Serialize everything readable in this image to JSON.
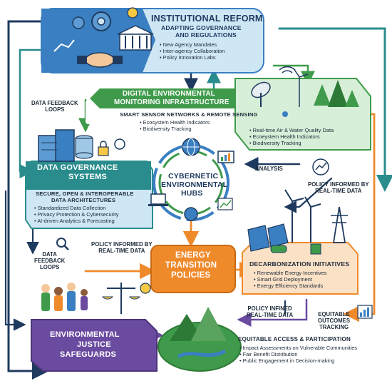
{
  "institutional_reform": {
    "title": "INSTITUTIONAL REFORM",
    "subtitle_line1": "ADAPTING GOVERNANCE",
    "subtitle_line2": "AND REGULATIONS",
    "bullets": [
      "New Agency Mandates",
      "Inter-agency Collaboration",
      "Policy Innovation Labs"
    ]
  },
  "digital_monitoring": {
    "title_line1": "DIGITAL ENVIRONMENTAL",
    "title_line2": "MONITORING INFRASTRUCTURE",
    "subtitle": "SMART SENSOR NETWORKS & REMOTE SENSING",
    "bullets_left": [
      "Ecosystem Health Indicators",
      "Biodiversity Tracking"
    ],
    "bullets_right": [
      "Real-time Air & Water Quality Data",
      "Ecoeystem Health Indicators",
      "Biodiversity Tracking"
    ]
  },
  "data_governance": {
    "title_line1": "DATA GOVERNANCE",
    "title_line2": "SYSTEMS",
    "subtitle_line1": "SECURE, OPEN & INTEROPERABLE",
    "subtitle_line2": "DATA ARCHITECTURES",
    "bullets": [
      "Standardized Data Collection",
      "Privacy Protection & Cybersecurity",
      "AI-driven Analytics & Forecasting"
    ]
  },
  "cybernetic_hubs": {
    "title_line1": "CYBERNETIC",
    "title_line2": "ENVIRONMENTAL",
    "title_line3": "HUBS"
  },
  "energy_transition": {
    "title_line1": "ENERGY",
    "title_line2": "TRANSITION",
    "title_line3": "POLICIES"
  },
  "decarbonization": {
    "title": "DECARBONIZATION INITIATIVES",
    "bullets": [
      "Renewable Energy Incentives",
      "Smart Grid Deployment",
      "Energy Efficiency Standards"
    ]
  },
  "environmental_justice": {
    "title_line1": "ENVIRONMENTAL",
    "title_line2": "JUSTICE",
    "title_line3": "SAFEGUARDS"
  },
  "equitable_access": {
    "title": "EQUITABLE ACCESS & PARTICIPATION",
    "bullets": [
      "Impact Assessments on Vulnerable Communities",
      "Fair Benefit Distribution",
      "Public Engagement in Decision-making"
    ]
  },
  "connectors": {
    "data_feedback_top_1": "DATA FEEDBACK",
    "data_feedback_top_2": "LOOPS",
    "data_feedback_bottom_1": "DATA",
    "data_feedback_bottom_2": "FEEDBACK",
    "data_feedback_bottom_3": "LOOPS",
    "analysis": "ANALYSIS",
    "policy_informed_right_1": "POLICY INFORMED BY",
    "policy_informed_right_2": "REAL-TIME DATA",
    "policy_informed_left_1": "POLICY INFORMED BY",
    "policy_informed_left_2": "REAL-TIME DATA",
    "policy_infined_1": "POLICY INFINED",
    "policy_infined_2": "REAL-TIME DATA",
    "equitable_outcomes_1": "EQUITABLE",
    "equitable_outcomes_2": "OUTCOMES",
    "equitable_outcomes_3": "TRACKING"
  },
  "colors": {
    "navy": "#1f3a5f",
    "teal": "#2a8c8c",
    "green": "#3f9b4b",
    "blue": "#3a7fc1",
    "orange": "#ef8a2b",
    "purple": "#6a4ba0",
    "light_blue_panel": "#cfe6f5",
    "light_green_panel": "#d7efd8",
    "light_orange_panel": "#fbe1c6"
  }
}
